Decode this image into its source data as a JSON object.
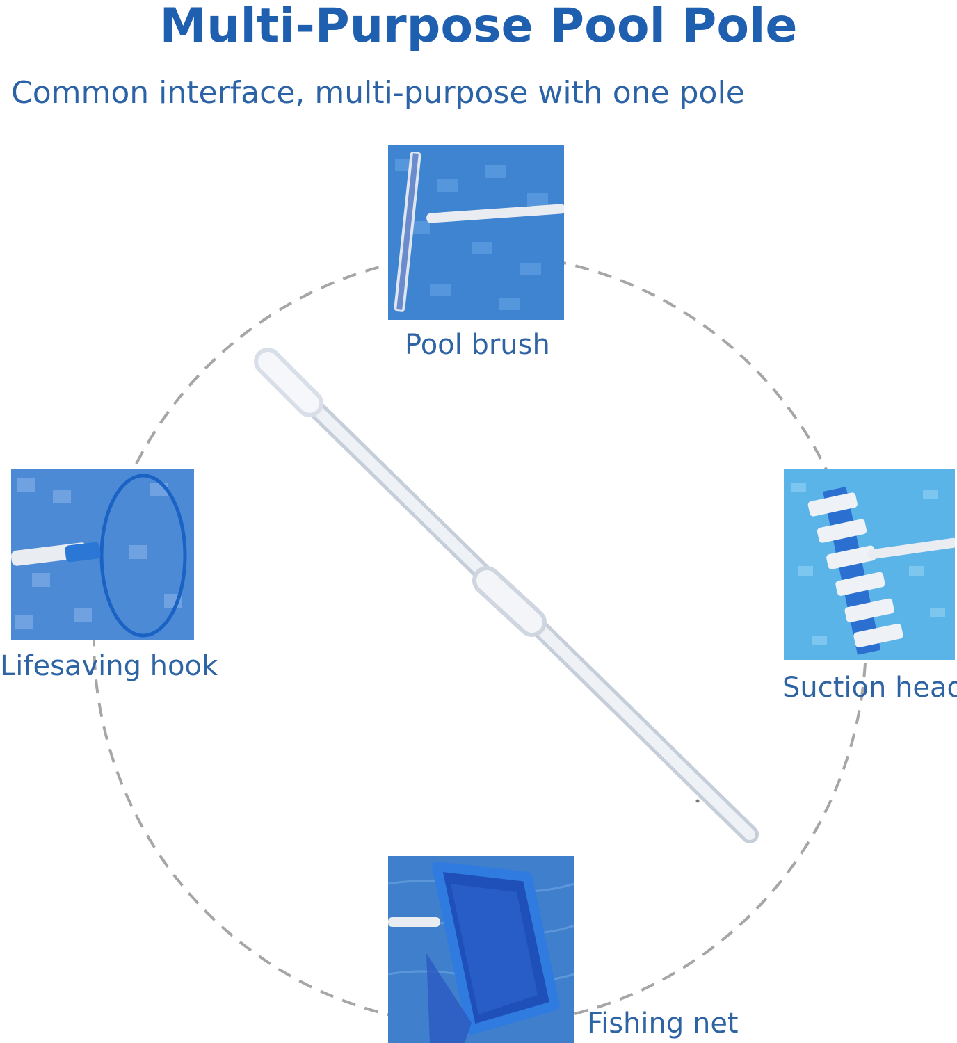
{
  "title": "Multi-Purpose Pool Pole",
  "subtitle": "Common interface, multi-purpose with one pole",
  "attachments": [
    {
      "label": "Pool brush"
    },
    {
      "label": "Lifesaving hook"
    },
    {
      "label": "Suction head"
    },
    {
      "label": "Fishing net"
    }
  ],
  "colors": {
    "title": "#1f5fb0",
    "text": "#2e64a3",
    "pool_blue": "#3f86d4",
    "dash": "#a6a6a6"
  }
}
